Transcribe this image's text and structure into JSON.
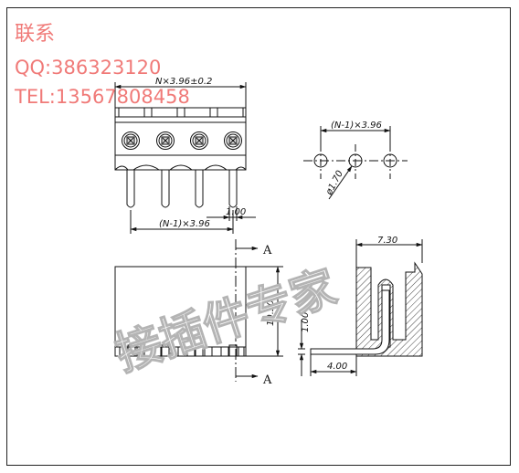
{
  "contact": {
    "title": "联系",
    "qq": "QQ:386323120",
    "tel": "TEL:13567808458"
  },
  "watermark": "接插件专家",
  "dimensions": {
    "overall_width": "N×3.96±0.2",
    "pitch_front": "(N-1)×3.96",
    "pitch_holes": "(N-1)×3.96",
    "hole_diameter": "ø1.70",
    "pin_width": "1.00",
    "body_height": "10.30",
    "side_depth": "7.30",
    "pin_offset": "1.00",
    "tail_length": "4.00",
    "section_label_top": "A",
    "section_label_bottom": "A"
  },
  "colors": {
    "contact_text": "#f07a78",
    "line": "#111111",
    "watermark_outline": "#b4b4b4"
  }
}
